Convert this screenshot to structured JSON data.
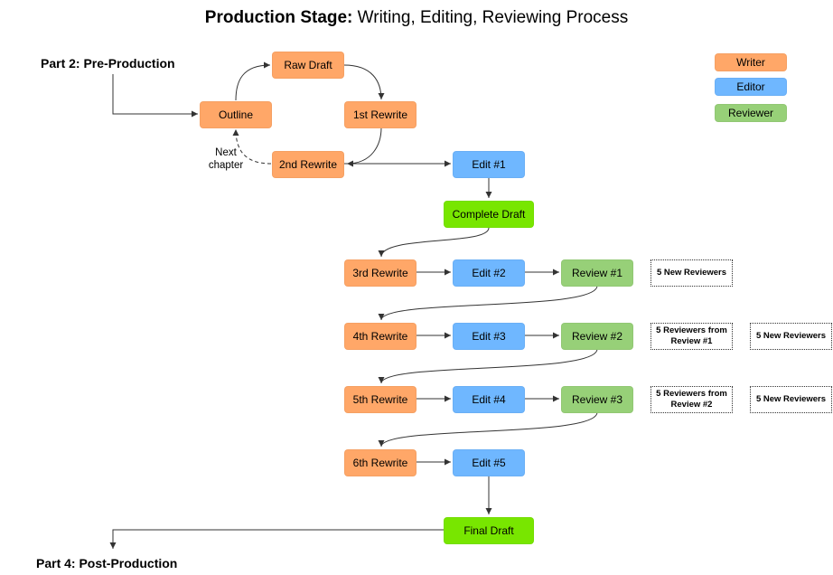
{
  "title": {
    "bold": "Production Stage:",
    "rest": " Writing, Editing, Reviewing Process"
  },
  "parts": {
    "start": "Part 2: Pre-Production",
    "end": "Part 4: Post-Production"
  },
  "legend": {
    "writer": "Writer",
    "editor": "Editor",
    "reviewer": "Reviewer"
  },
  "colors": {
    "writer": "#ffa768",
    "editor": "#6fb7ff",
    "reviewer": "#97d078",
    "milestone": "#78e600"
  },
  "nodes": {
    "outline": "Outline",
    "raw_draft": "Raw Draft",
    "rewrite1": "1st Rewrite",
    "rewrite2": "2nd Rewrite",
    "edit1": "Edit #1",
    "complete_draft": "Complete Draft",
    "rewrite3": "3rd Rewrite",
    "edit2": "Edit #2",
    "review1": "Review #1",
    "rewrite4": "4th Rewrite",
    "edit3": "Edit #3",
    "review2": "Review #2",
    "rewrite5": "5th Rewrite",
    "edit4": "Edit #4",
    "review3": "Review #3",
    "rewrite6": "6th Rewrite",
    "edit5": "Edit #5",
    "final_draft": "Final Draft"
  },
  "next_chapter": {
    "line1": "Next",
    "line2": "chapter"
  },
  "notes": {
    "review1_new": "5 New Reviewers",
    "review2_from_line1": "5 Reviewers from",
    "review2_from_line2": "Review #1",
    "review2_new": "5 New Reviewers",
    "review3_from_line1": "5 Reviewers from",
    "review3_from_line2": "Review #2",
    "review3_new": "5 New Reviewers"
  }
}
